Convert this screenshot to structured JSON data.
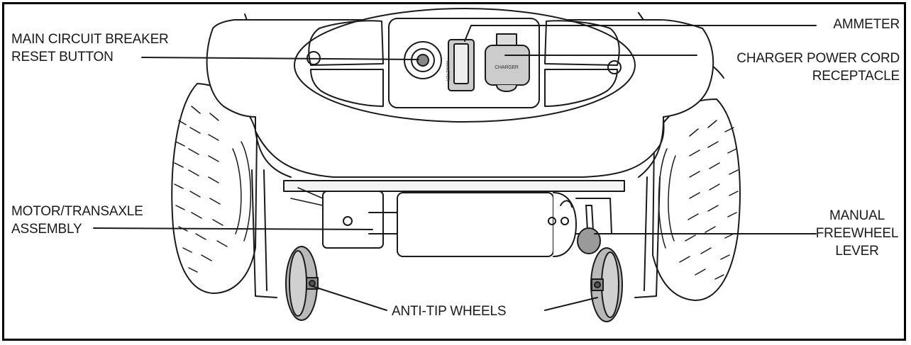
{
  "labels": {
    "main_circuit_breaker": {
      "line1": "MAIN CIRCUIT BREAKER",
      "line2": "RESET BUTTON"
    },
    "ammeter": {
      "line1": "AMMETER"
    },
    "charger_receptacle": {
      "line1": "CHARGER POWER CORD",
      "line2": "RECEPTACLE"
    },
    "motor_transaxle": {
      "line1": "MOTOR/TRANSAXLE",
      "line2": "ASSEMBLY"
    },
    "manual_freewheel": {
      "line1": "MANUAL",
      "line2": "FREEWHEEL",
      "line3": "LEVER"
    },
    "anti_tip_wheels": {
      "line1": "ANTI-TIP WHEELS"
    }
  },
  "device_text": {
    "charger_port": "CHARGER",
    "ammeter_face": "AMMETER"
  },
  "colors": {
    "line": "#1a1a1a",
    "gray_fill": "#b9b9b9",
    "light_fill": "#f2f2f2"
  }
}
